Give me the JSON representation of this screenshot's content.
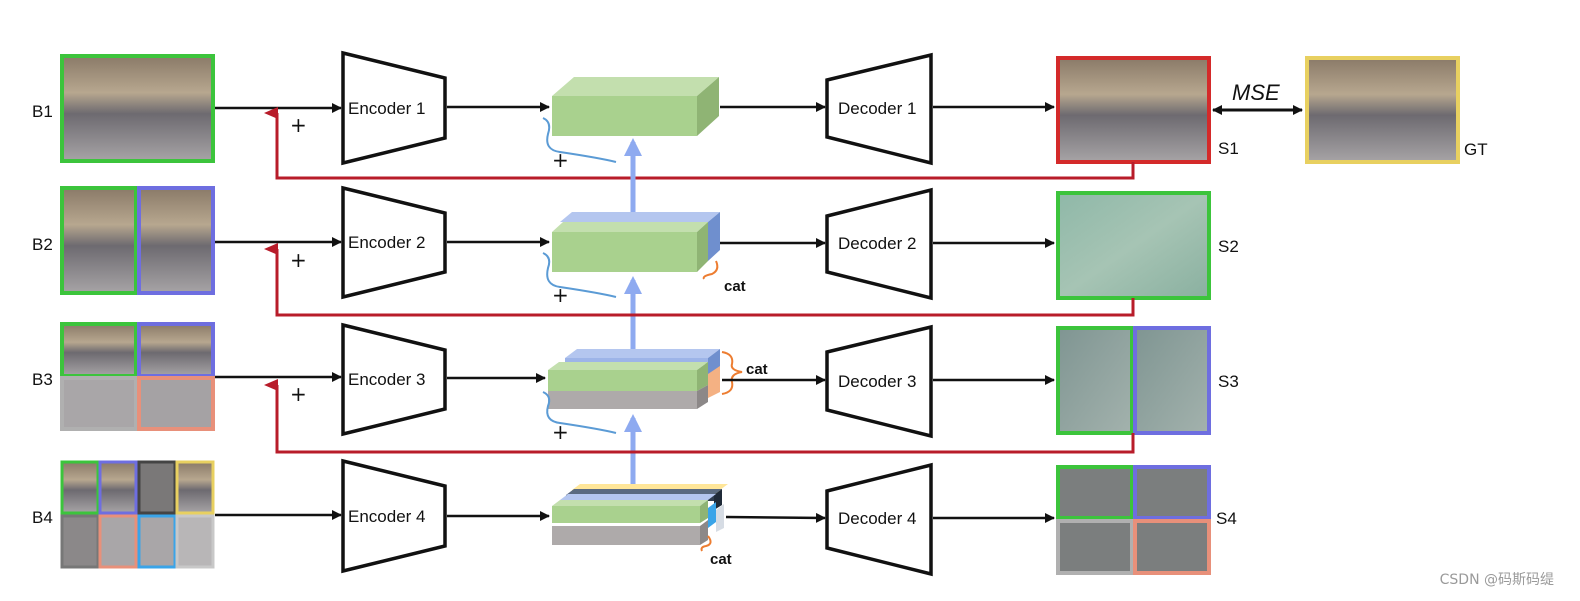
{
  "rows": [
    {
      "input_label": "B1",
      "encoder": "Encoder 1",
      "decoder": "Decoder 1",
      "output_label": "S1"
    },
    {
      "input_label": "B2",
      "encoder": "Encoder 2",
      "decoder": "Decoder 2",
      "output_label": "S2"
    },
    {
      "input_label": "B3",
      "encoder": "Encoder 3",
      "decoder": "Decoder 3",
      "output_label": "S3"
    },
    {
      "input_label": "B4",
      "encoder": "Encoder 4",
      "decoder": "Decoder 4",
      "output_label": "S4"
    }
  ],
  "loss": {
    "label": "MSE",
    "gt_label": "GT"
  },
  "plus_sign": "+",
  "cat_label": "cat",
  "watermark": "CSDN @码斯码缇",
  "colors": {
    "red": "#b81c2a",
    "green": "#3cc43c",
    "blue": "#6e6ee0",
    "salmon": "#e8907a",
    "gray": "#b0b0b0",
    "sky": "#3aa4e8",
    "yellow": "#e8d060",
    "dark": "#444444",
    "feature_green": "#a9d18e",
    "feature_blue": "#9db4e8",
    "feature_gray": "#aeaaaa",
    "arrow_blue": "#8eaaf0"
  }
}
